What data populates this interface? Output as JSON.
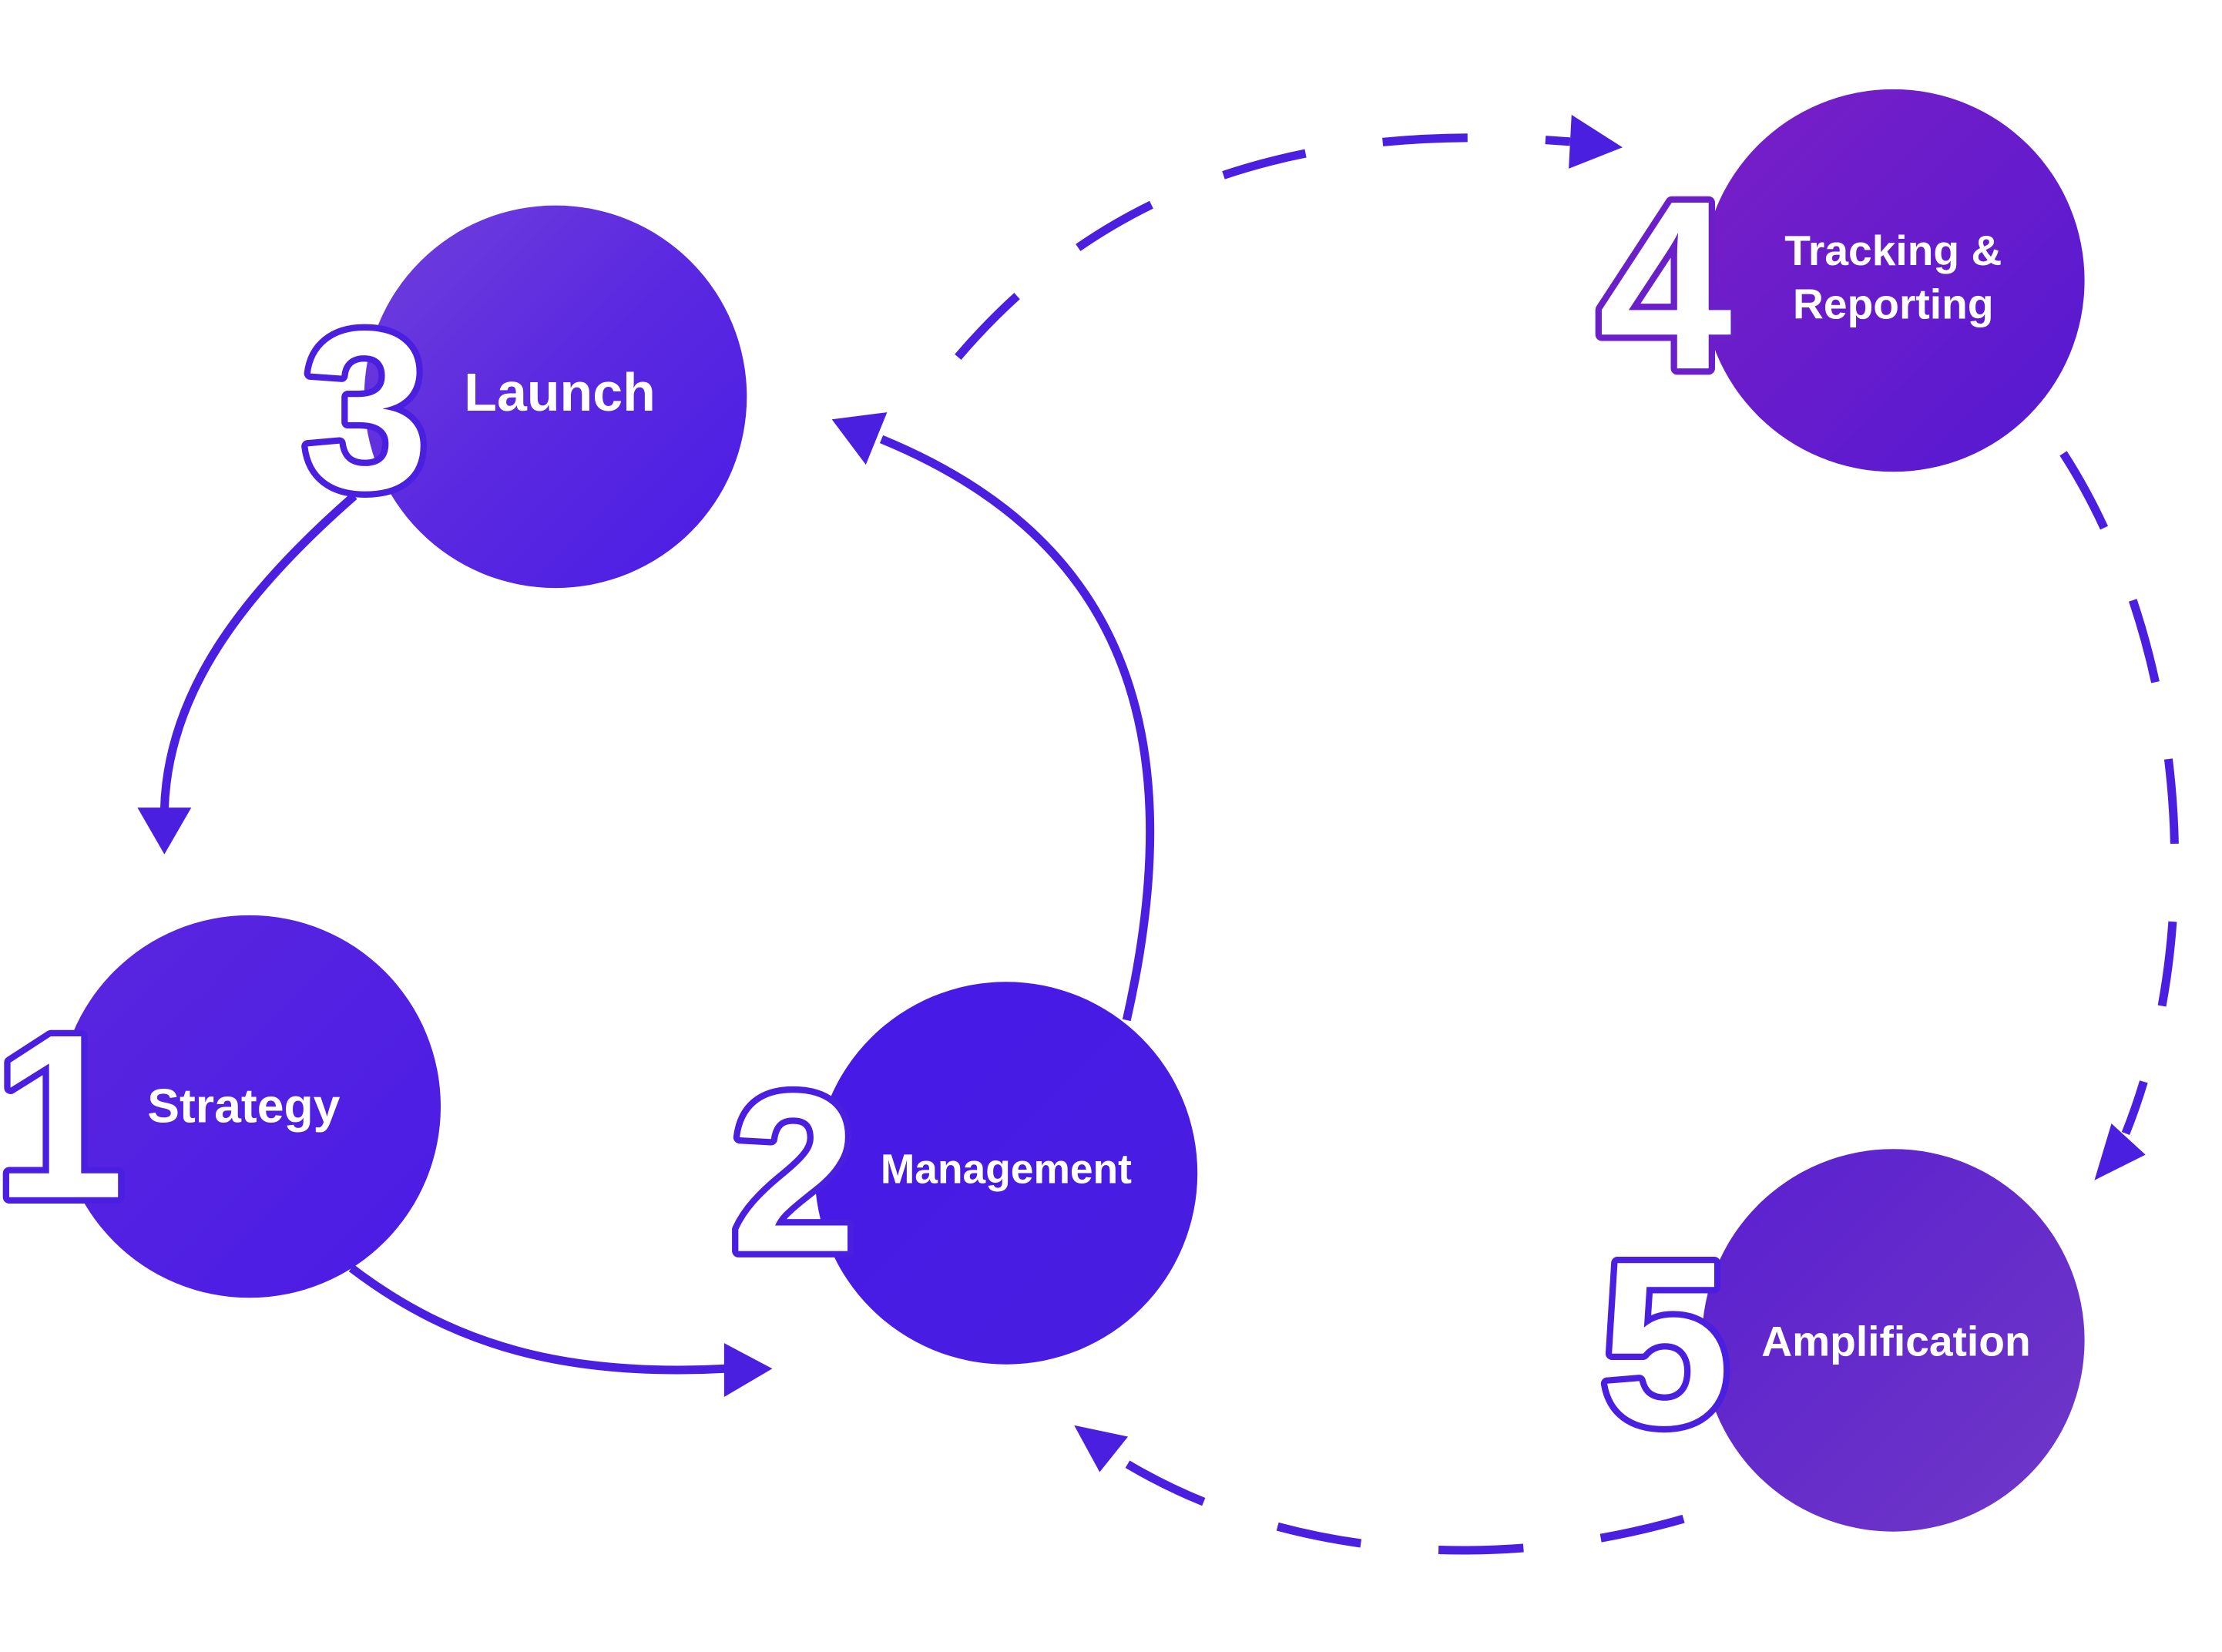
{
  "colors": {
    "accent": "#4a1fe0",
    "accent_deep": "#4419e6",
    "accent_violet": "#6a1fc8",
    "background": "#ffffff",
    "text_on_circle": "#ffffff"
  },
  "steps": [
    {
      "number": "1",
      "label": "Strategy"
    },
    {
      "number": "2",
      "label": "Management"
    },
    {
      "number": "3",
      "label": "Launch"
    },
    {
      "number": "4",
      "label_lines": [
        "Tracking &",
        "Reporting"
      ]
    },
    {
      "number": "5",
      "label": "Amplification"
    }
  ],
  "connections": [
    {
      "from": "3",
      "to": "1",
      "style": "solid"
    },
    {
      "from": "1",
      "to": "2",
      "style": "solid"
    },
    {
      "from": "2",
      "to": "3",
      "style": "solid"
    },
    {
      "from": "3",
      "to": "4",
      "style": "dashed"
    },
    {
      "from": "4",
      "to": "5",
      "style": "dashed"
    },
    {
      "from": "5",
      "to": "2",
      "style": "dashed"
    }
  ]
}
